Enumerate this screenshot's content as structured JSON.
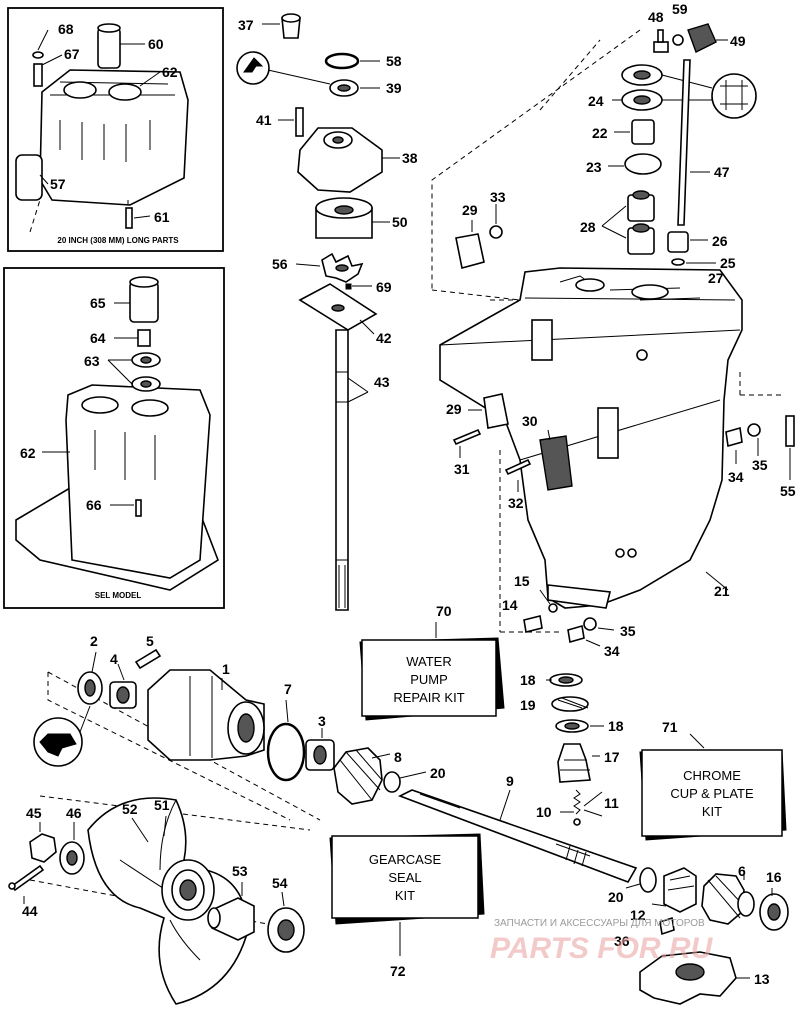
{
  "inset_top": {
    "caption": "20 INCH (308 MM) LONG PARTS",
    "labels": [
      "68",
      "67",
      "60",
      "62",
      "57",
      "61"
    ]
  },
  "inset_sel": {
    "caption": "SEL MODEL",
    "labels": [
      "65",
      "64",
      "63",
      "62",
      "66"
    ]
  },
  "labels": {
    "p37": "37",
    "p58": "58",
    "p39": "39",
    "p41": "41",
    "p38": "38",
    "p50": "50",
    "p56": "56",
    "p69": "69",
    "p42": "42",
    "p43": "43",
    "p48": "48",
    "p59": "59",
    "p49": "49",
    "p24": "24",
    "p22": "22",
    "p23": "23",
    "p47": "47",
    "p28": "28",
    "p26": "26",
    "p25": "25",
    "p27": "27",
    "p29a": "29",
    "p33": "33",
    "p29b": "29",
    "p31": "31",
    "p30": "30",
    "p32": "32",
    "p34a": "34",
    "p35a": "35",
    "p55": "55",
    "p21": "21",
    "p15": "15",
    "p14": "14",
    "p35b": "35",
    "p34b": "34",
    "p2": "2",
    "p5": "5",
    "p4": "4",
    "p1": "1",
    "p7": "7",
    "p3": "3",
    "p8": "8",
    "p20a": "20",
    "p9": "9",
    "p18a": "18",
    "p19": "19",
    "p18b": "18",
    "p17": "17",
    "p10": "10",
    "p11": "11",
    "p45": "45",
    "p46": "46",
    "p52": "52",
    "p51": "51",
    "p44": "44",
    "p53": "53",
    "p54": "54",
    "p20b": "20",
    "p12": "12",
    "p6": "6",
    "p16": "16",
    "p36": "36",
    "p13": "13",
    "p70": "70",
    "p71": "71",
    "p72": "72"
  },
  "kits": {
    "water_pump": [
      "WATER",
      "PUMP",
      "REPAIR KIT"
    ],
    "chrome_cup": [
      "CHROME",
      "CUP & PLATE",
      "KIT"
    ],
    "gearcase_seal": [
      "GEARCASE",
      "SEAL",
      "KIT"
    ]
  },
  "watermark": {
    "line1": "ЗАПЧАСТИ И АКСЕССУАРЫ ДЛЯ МОТОРОВ",
    "line2": "PARTS FOR.RU"
  }
}
